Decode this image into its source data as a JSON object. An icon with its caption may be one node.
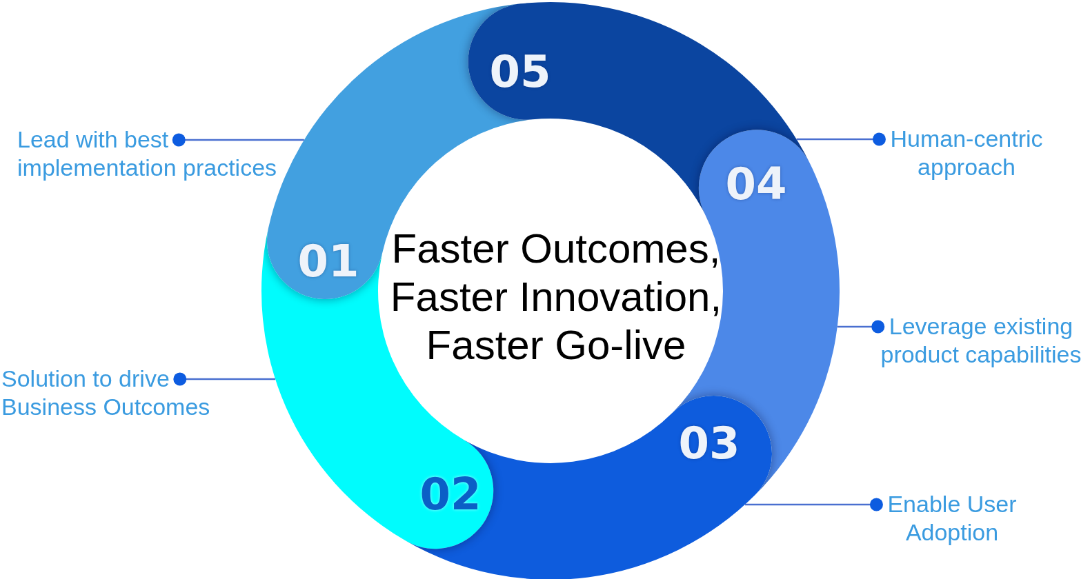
{
  "diagram": {
    "nodes": [
      {
        "text": [
          "01"
        ]
      },
      {
        "text": [
          "02"
        ]
      },
      {
        "text": [
          "03"
        ]
      },
      {
        "text": [
          "04"
        ]
      },
      {
        "text": [
          "05"
        ]
      },
      {
        "text": [
          "Faster Outcomes, Faster Innovation, Faster Go-live"
        ]
      },
      {
        "text": [
          "Lead with best implementation practices"
        ]
      },
      {
        "text": [
          "Solution to drive Business Outcomes"
        ]
      },
      {
        "text": [
          "Human-centric approach"
        ]
      },
      {
        "text": [
          "Leverage existing product capabilities"
        ]
      },
      {
        "text": [
          "Enable User Adoption"
        ]
      }
    ],
    "edges": [
      {
        "from": 6,
        "to": 0,
        "arrow": "other"
      },
      {
        "from": 7,
        "to": 1,
        "arrow": "other"
      },
      {
        "from": 8,
        "to": 4,
        "arrow": "other"
      },
      {
        "from": 9,
        "to": 3,
        "arrow": "other"
      },
      {
        "from": 10,
        "to": 2,
        "arrow": "other"
      }
    ]
  }
}
